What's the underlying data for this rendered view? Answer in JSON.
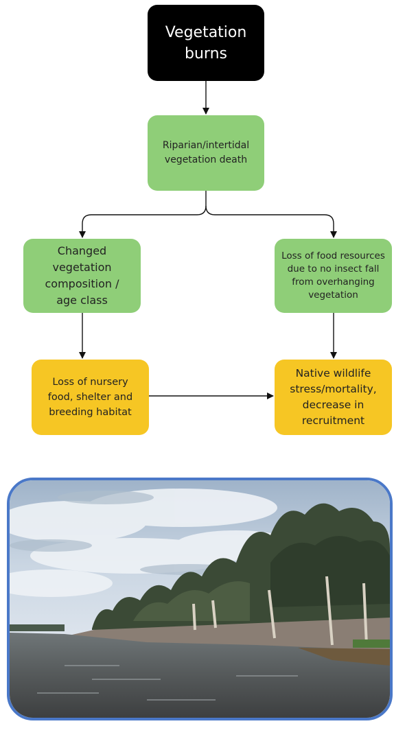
{
  "nodes": {
    "n1": {
      "text": "Vegetation burns"
    },
    "n2": {
      "text": "Riparian/intertidal vegetation death"
    },
    "n3": {
      "text": "Changed vegetation composition / age class"
    },
    "n4": {
      "text": "Loss of food resources due to no insect fall from overhanging vegetation"
    },
    "n5": {
      "text": "Loss of nursery food, shelter and breeding habitat"
    },
    "n6": {
      "text": "Native wildlife stress/mortality, decrease in recruitment"
    }
  },
  "edges": [
    {
      "from": "n1",
      "to": "n2"
    },
    {
      "from": "n2",
      "to": "n3"
    },
    {
      "from": "n2",
      "to": "n4"
    },
    {
      "from": "n3",
      "to": "n5"
    },
    {
      "from": "n4",
      "to": "n6"
    },
    {
      "from": "n5",
      "to": "n6"
    }
  ],
  "colors": {
    "start_node": "#000000",
    "effect_node": "#8fce78",
    "outcome_node": "#f6c624",
    "photo_border": "#4a78c8"
  }
}
